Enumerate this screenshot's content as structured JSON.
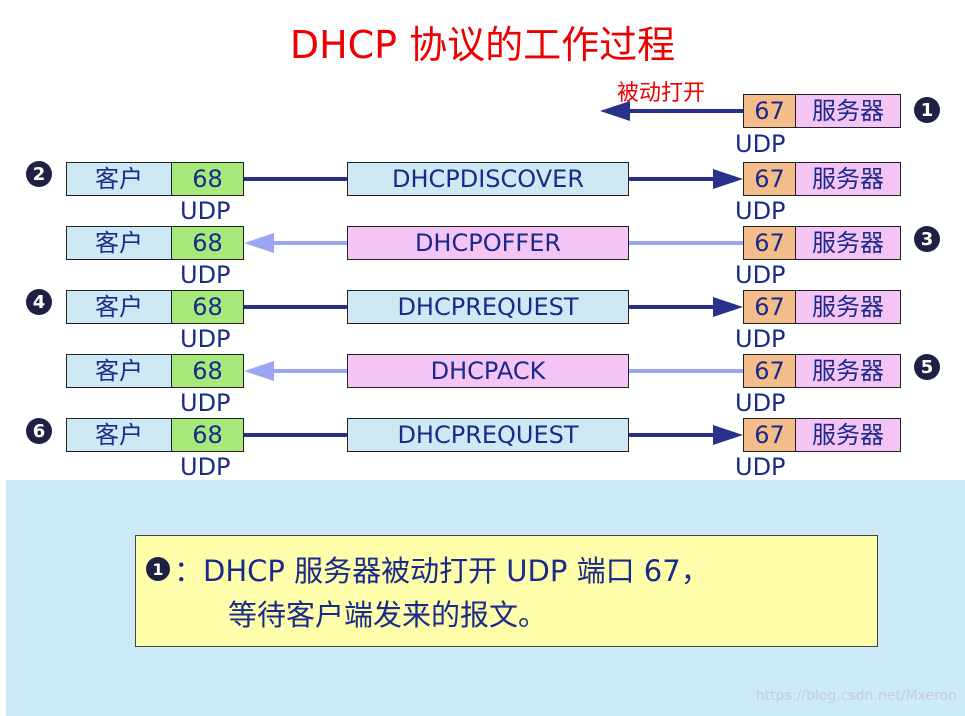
{
  "title": "DHCP 协议的工作过程",
  "passive_open_label": "被动打开",
  "labels": {
    "client": "客户",
    "server": "服务器",
    "udp": "UDP",
    "client_port": "68",
    "server_port": "67"
  },
  "step_markers": [
    "1",
    "2",
    "3",
    "4",
    "5",
    "6"
  ],
  "messages": [
    {
      "name": "DHCPDISCOVER",
      "direction": "to-server",
      "style": "blue"
    },
    {
      "name": "DHCPOFFER",
      "direction": "to-client",
      "style": "pink"
    },
    {
      "name": "DHCPREQUEST",
      "direction": "to-server",
      "style": "blue"
    },
    {
      "name": "DHCPACK",
      "direction": "to-client",
      "style": "pink"
    },
    {
      "name": "DHCPREQUEST",
      "direction": "to-server",
      "style": "blue"
    }
  ],
  "note": {
    "marker": "1",
    "line1": "：DHCP 服务器被动打开 UDP 端口 67，",
    "line2": "等待客户端发来的报文。"
  },
  "watermark": "https://blog.csdn.net/Mxeron",
  "colors": {
    "dark_arrow": "#28328a",
    "light_arrow": "#9aa6f4",
    "title": "#ee0000"
  }
}
